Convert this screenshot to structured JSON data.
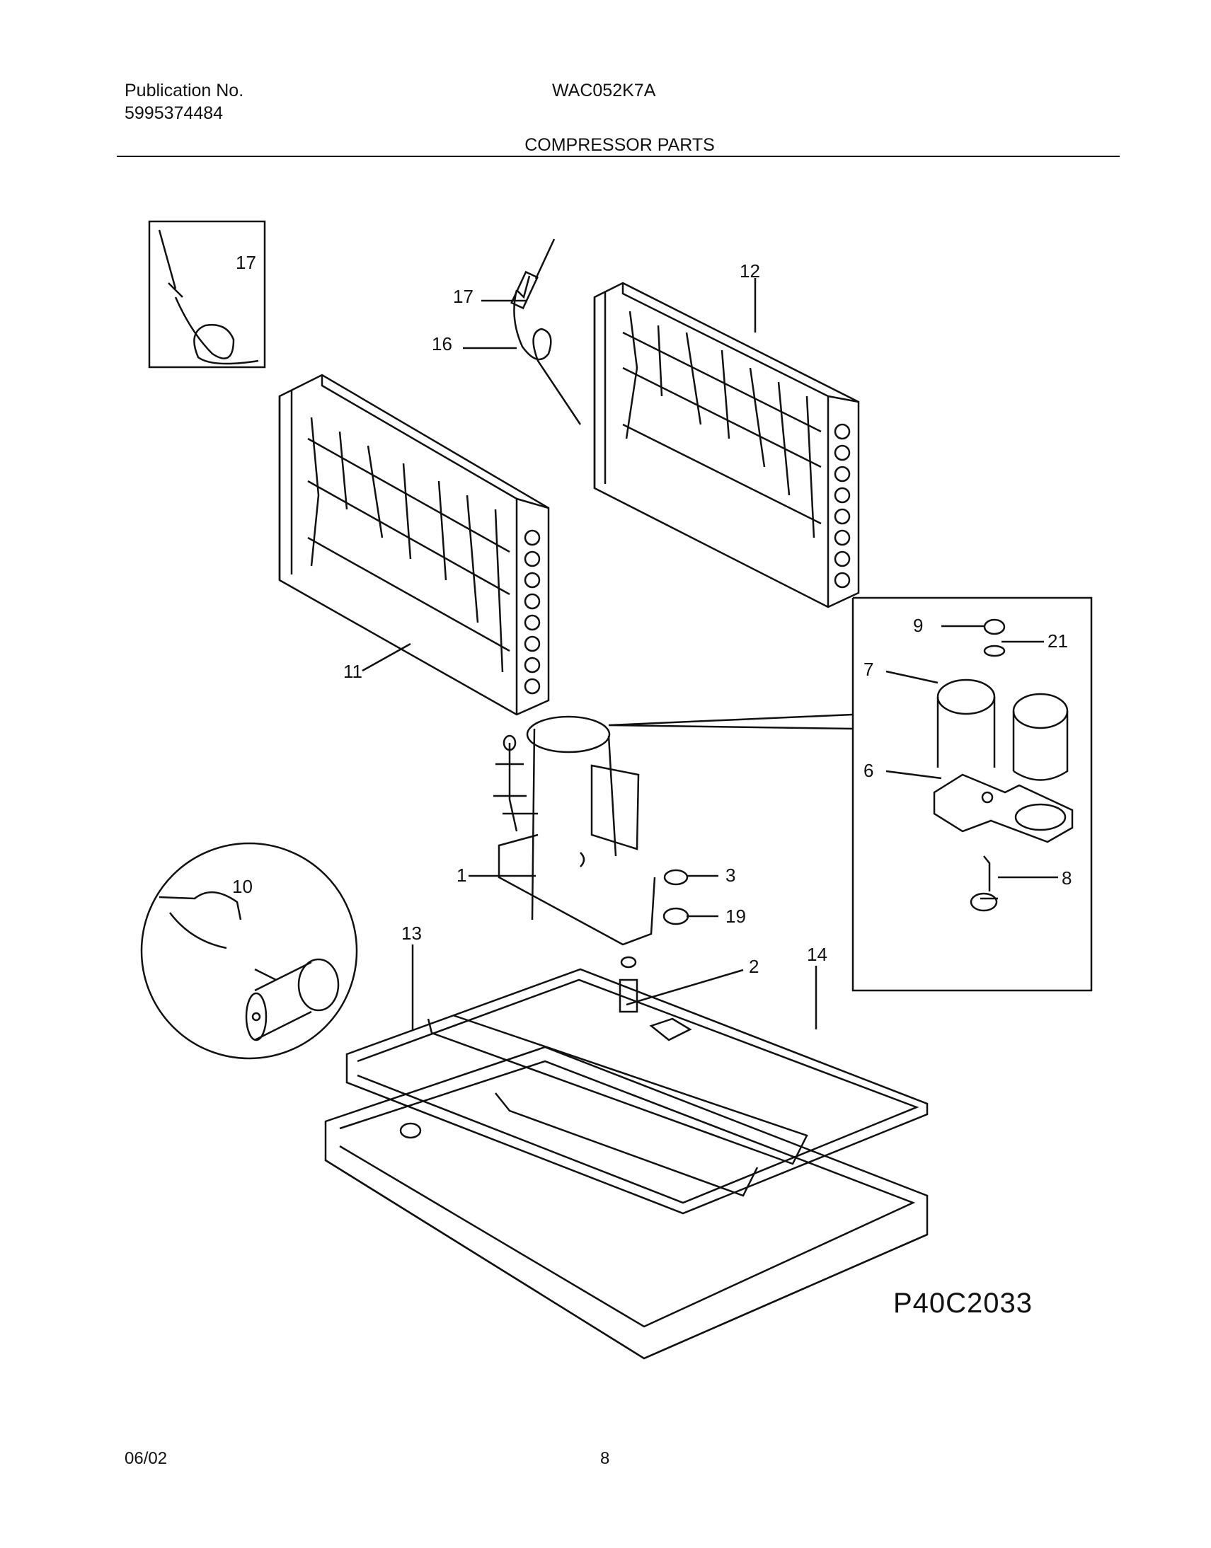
{
  "header": {
    "publication_label": "Publication No.",
    "publication_number": "5995374484",
    "model": "WAC052K7A",
    "section_title": "COMPRESSOR PARTS"
  },
  "callouts": [
    "17",
    "17",
    "16",
    "12",
    "11",
    "9",
    "21",
    "7",
    "6",
    "8",
    "10",
    "1",
    "3",
    "19",
    "13",
    "2",
    "14"
  ],
  "drawing_code": "P40C2033",
  "footer": {
    "date": "06/02",
    "page": "8"
  }
}
